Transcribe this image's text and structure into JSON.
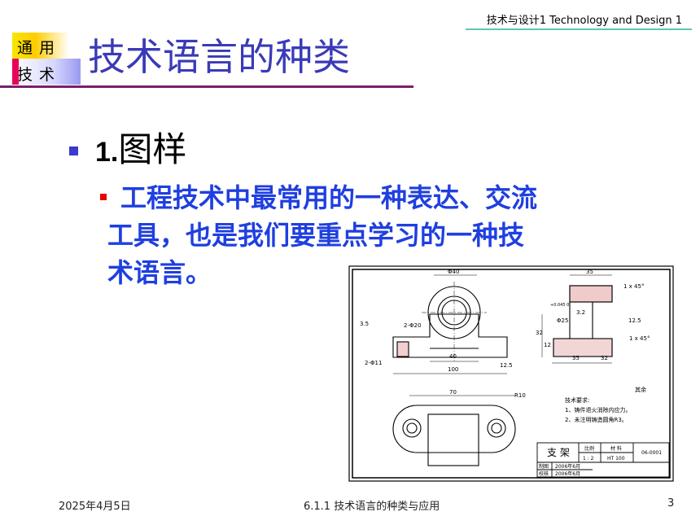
{
  "header": {
    "course": "技术与设计1   Technology and Design 1"
  },
  "logo": {
    "line1": "通用",
    "line2": "技术"
  },
  "slide": {
    "title": "技术语言的种类"
  },
  "bullets": {
    "b1_num": "1.",
    "b1_text": "图样",
    "b2_lines": [
      "工程技术中最常用的一种表达、交流",
      "工具，也是我们要重点学习的一种技",
      "术语言。"
    ]
  },
  "drawing": {
    "dims": {
      "d40_top": "Φ40",
      "d35_top": "35",
      "c1x45_top": "1 x 45°",
      "phi25": "Φ25",
      "tol": "+0.045 0",
      "ra32a": "3.2",
      "ra125a": "12.5",
      "c1x45_right": "1 x 45°",
      "d35_bot": "35",
      "d32_bot": "32",
      "d12": "12",
      "d32_mid": "32",
      "d40_mid": "40",
      "d100": "100",
      "ra125b": "12.5",
      "phi20": "2-Φ20",
      "phi11": "2-Φ11",
      "ra35": "3.5",
      "d70": "70",
      "r10": "R10",
      "rest": "其余"
    },
    "notes_title": "技术要求:",
    "notes": [
      "1、铸件退火消除内应力。",
      "2、未注明铸造圆角R3。"
    ],
    "titleblock": {
      "name": "支 架",
      "scale_label": "比例",
      "scale": "1 : 2",
      "mat_label": "材 料",
      "material": "HT 100",
      "code": "06-0001",
      "draw_label": "制图",
      "draw_date": "2006年6月",
      "check_label": "校核",
      "check_date": "2006年6月"
    }
  },
  "footer": {
    "date": "2025年4月5日",
    "title": "6.1.1 技术语言的种类与应用",
    "page": "3"
  },
  "colors": {
    "title": "#3a3ab8",
    "bullet_text": "#1f3fe0",
    "underline": "#7a1f6a",
    "header_line": "#5fc4b8"
  }
}
